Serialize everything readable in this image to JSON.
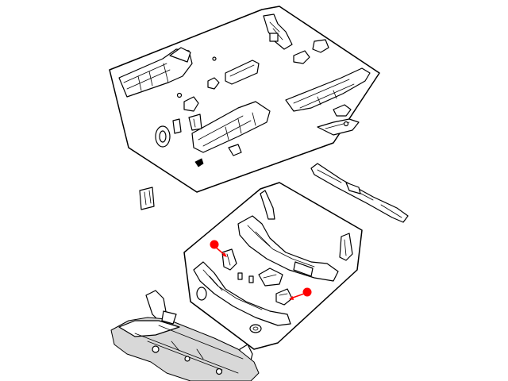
{
  "diagram": {
    "groups": [
      {
        "id": "upper-floor-pan-group"
      },
      {
        "id": "lower-frame-rail-group"
      }
    ],
    "loose_parts": [
      {
        "id": "rear-crossmember-bar"
      },
      {
        "id": "small-standalone-bracket"
      },
      {
        "id": "front-cradle-subframe"
      }
    ],
    "callouts": [
      {
        "id": "callout-left-bracket",
        "color": "#ff0000"
      },
      {
        "id": "callout-right-bracket",
        "color": "#ff0000"
      }
    ],
    "callout_color": "#ff0000",
    "line_color": "#000000"
  }
}
